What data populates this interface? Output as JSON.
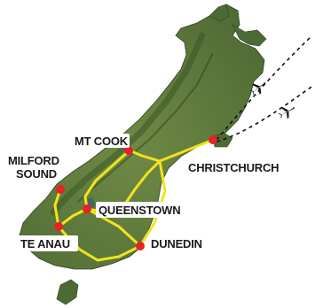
{
  "map": {
    "colors": {
      "land": "#4e6a34",
      "land_highlight": "#6f8a45",
      "mountains": "#3d5527",
      "route": "#f2e41c",
      "marker": "#e8202a",
      "label_fill": "#ffffff",
      "label_text": "#1a1a1a",
      "flight_path": "#111111"
    },
    "labels": {
      "mt_cook": "MT COOK",
      "milford_sound_line1": "MILFORD",
      "milford_sound_line2": "SOUND",
      "queenstown": "QUEENSTOWN",
      "christchurch": "CHRISTCHURCH",
      "te_anau": "TE ANAU",
      "dunedin": "DUNEDIN"
    },
    "icons": [
      "airplane-icon",
      "airplane-icon"
    ]
  }
}
